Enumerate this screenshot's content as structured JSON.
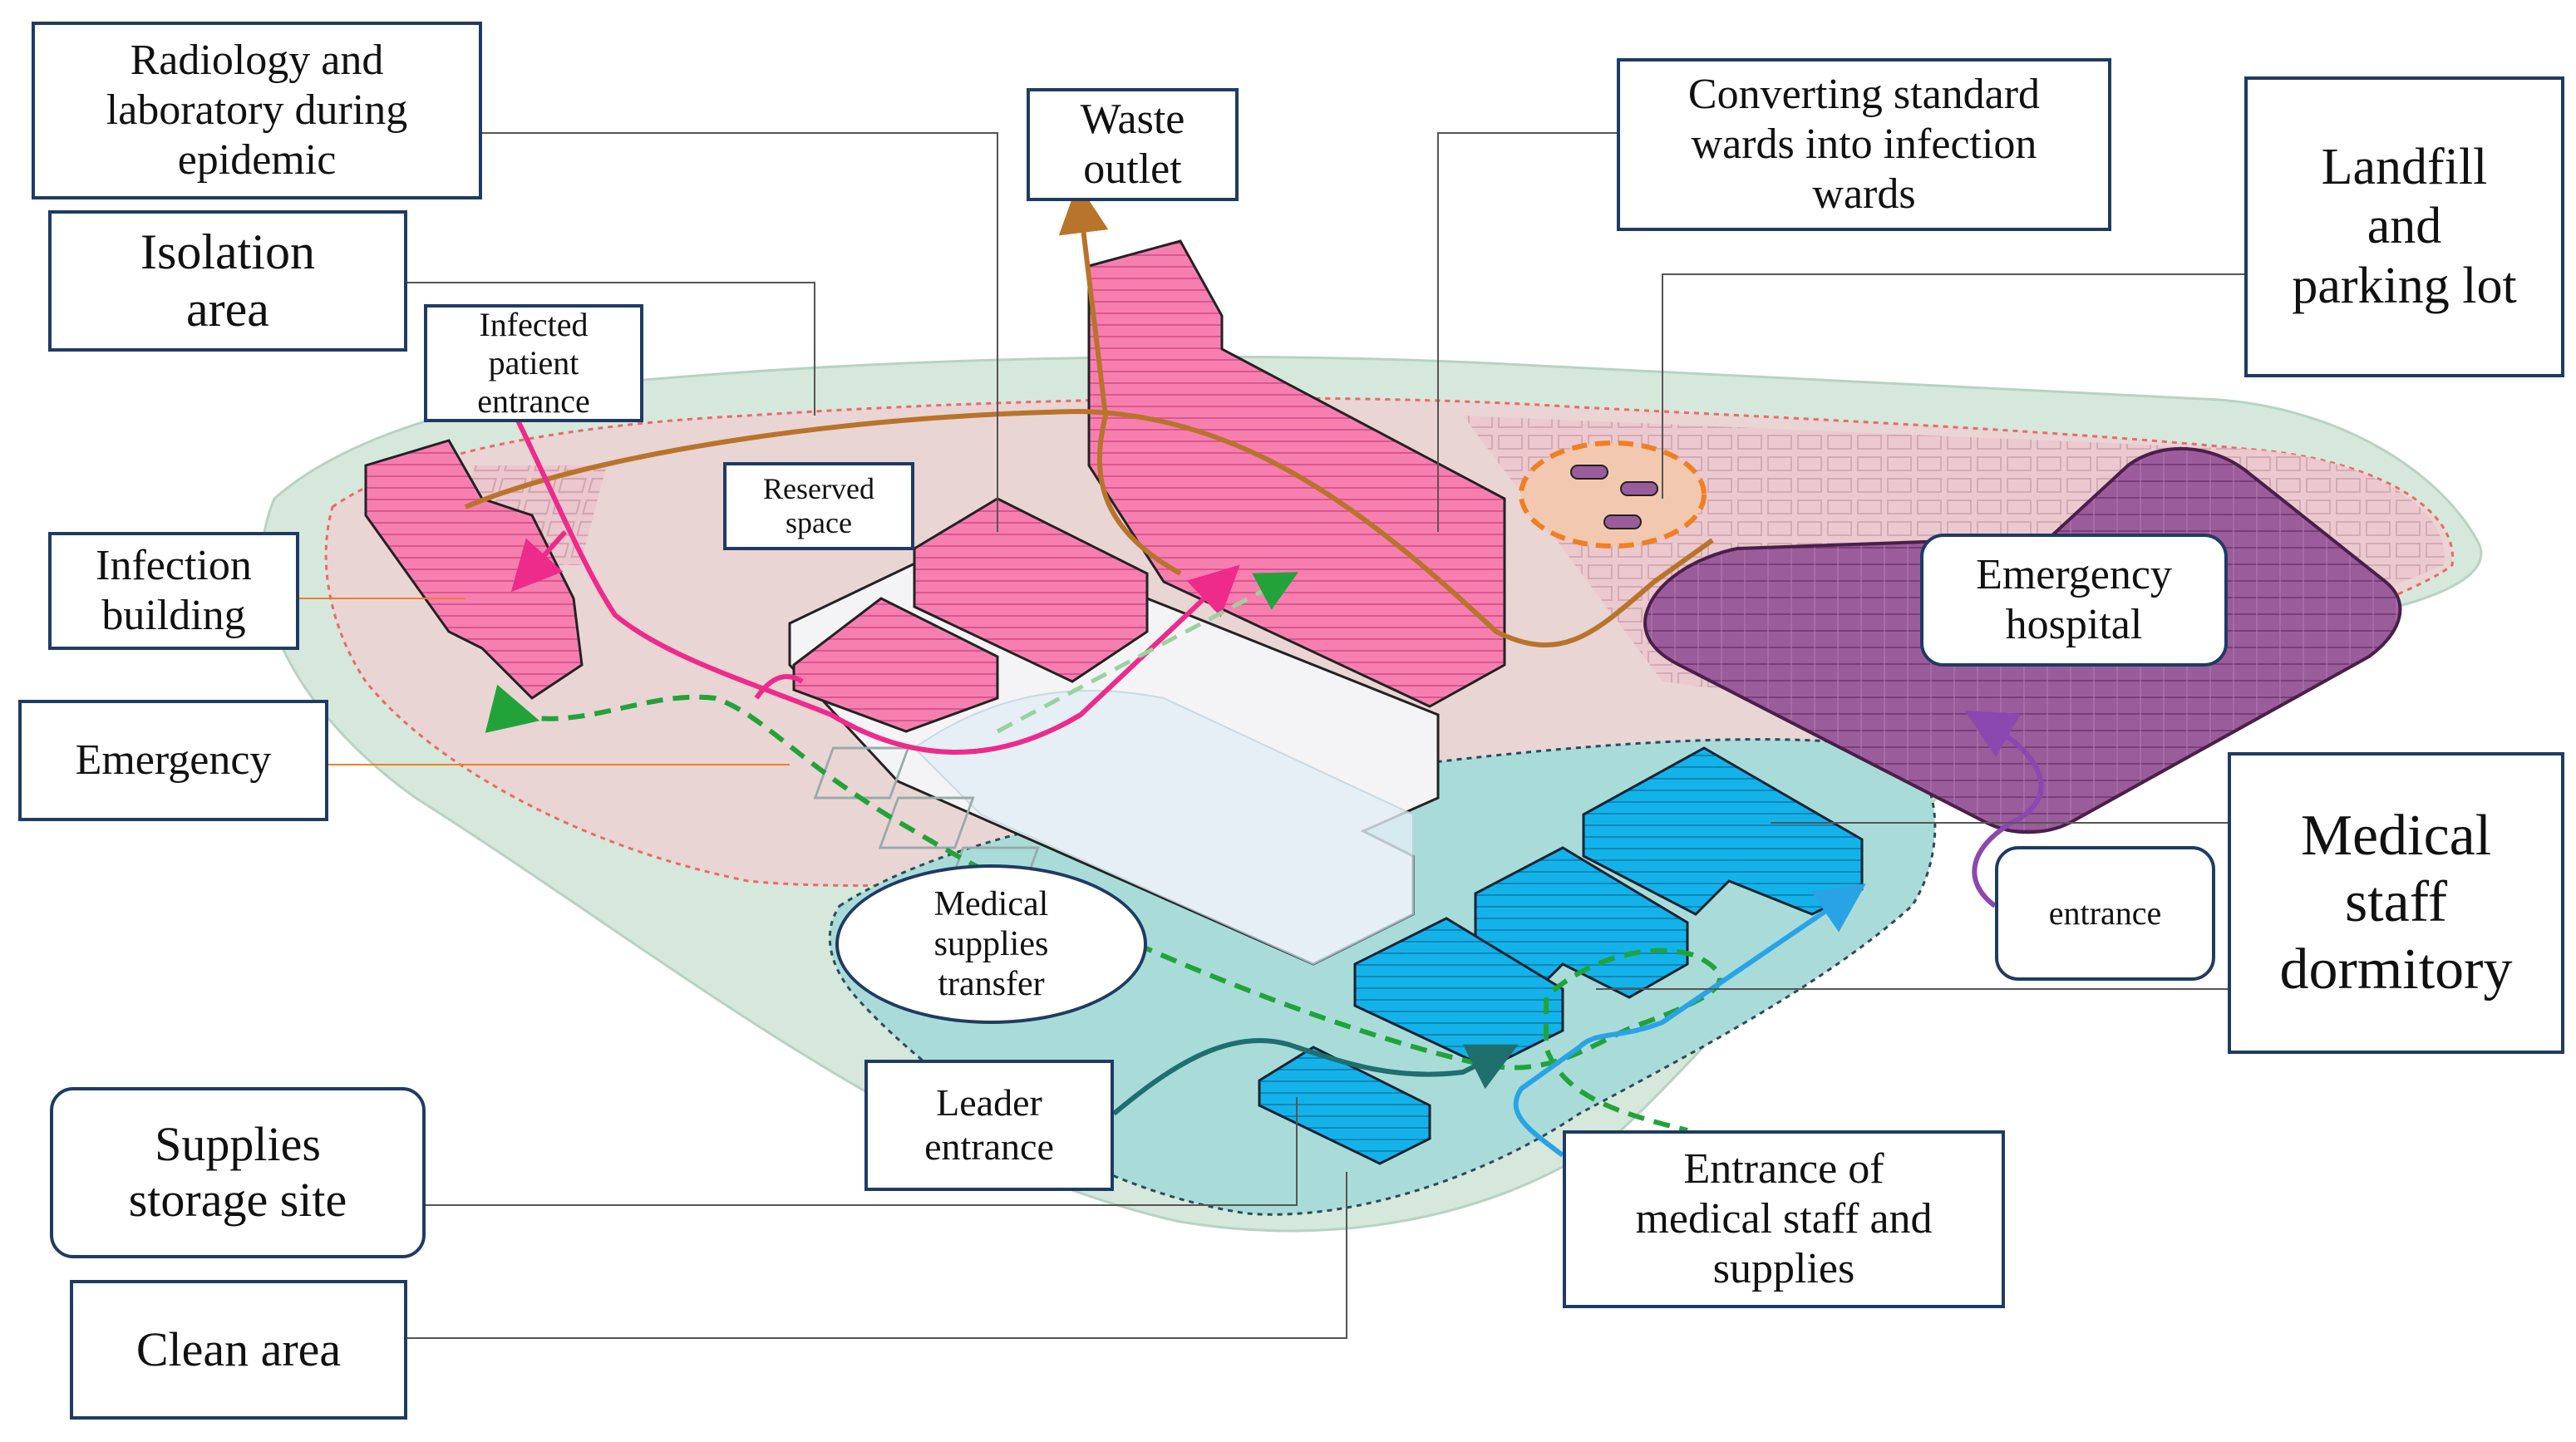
{
  "labels": {
    "radiology": "Radiology and\nlaboratory during\nepidemic",
    "waste_outlet": "Waste\noutlet",
    "converting_wards": "Converting standard\nwards into infection\nwards",
    "landfill": "Landfill\nand\nparking lot",
    "isolation_area": "Isolation\narea",
    "infected_entrance": "Infected\npatient\nentrance",
    "reserved_space": "Reserved\nspace",
    "infection_building": "Infection\nbuilding",
    "emergency_hospital": "Emergency\nhospital",
    "emergency": "Emergency",
    "medical_staff_dormitory": "Medical\nstaff\ndormitory",
    "entrance": "entrance",
    "medical_supplies_transfer": "Medical\nsupplies\ntransfer",
    "leader_entrance": "Leader\nentrance",
    "supplies_storage": "Supplies\nstorage site",
    "entrance_staff_supplies": "Entrance of\nmedical staff and\nsupplies",
    "clean_area": "Clean area"
  },
  "colors": {
    "infection_pink": "#f77fb0",
    "clean_cyan": "#1ab8ec",
    "emergency_purple": "#9a5c9a",
    "waste_brown": "#b8742a",
    "patient_magenta": "#ee2a8a",
    "staff_blue": "#2aa3e6",
    "leader_teal": "#1f6f6f",
    "supplies_green": "#22a33a",
    "label_border": "#1f3b63"
  }
}
